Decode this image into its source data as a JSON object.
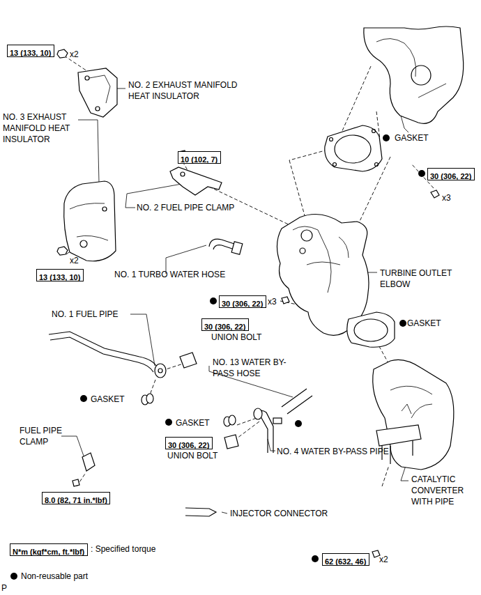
{
  "diagram": {
    "nodes": [
      {
        "text": [
          "13 (133, 10)"
        ]
      },
      {
        "text": [
          "10 (102, 7)"
        ]
      },
      {
        "text": [
          "30 (306, 22)"
        ]
      },
      {
        "text": [
          "13 (133, 10)"
        ]
      },
      {
        "text": [
          "30 (306, 22)"
        ]
      },
      {
        "text": [
          "30 (306, 22)"
        ]
      },
      {
        "text": [
          "30 (306, 22)"
        ]
      },
      {
        "text": [
          "8.0 (82, 71 in.*lbf)"
        ]
      },
      {
        "text": [
          "62 (632, 46)"
        ]
      },
      {
        "text": [
          "N*m (kgf*cm, ft.*lbf)"
        ]
      }
    ],
    "labels": [
      "x2",
      "NO. 2 EXHAUST MANIFOLD HEAT INSULATOR",
      "NO. 3 EXHAUST MANIFOLD HEAT INSULATOR",
      "GASKET",
      "NO. 2 FUEL PIPE CLAMP",
      "x2",
      "NO. 1 TURBO WATER HOSE",
      "TURBINE OUTLET ELBOW",
      "x3",
      "x3",
      "NO. 1 FUEL PIPE",
      "UNION BOLT",
      "GASKET",
      "NO. 13 WATER BY-PASS HOSE",
      "GASKET",
      "FUEL PIPE CLAMP",
      "GASKET",
      "UNION BOLT",
      "NO. 4 WATER BY-PASS PIPE",
      "CATALYTIC CONVERTER WITH PIPE",
      "x2",
      "INJECTOR CONNECTOR",
      "P"
    ],
    "legend": [
      {
        "text": ": Specified torque"
      },
      {
        "text": "Non-reusable part"
      }
    ]
  }
}
